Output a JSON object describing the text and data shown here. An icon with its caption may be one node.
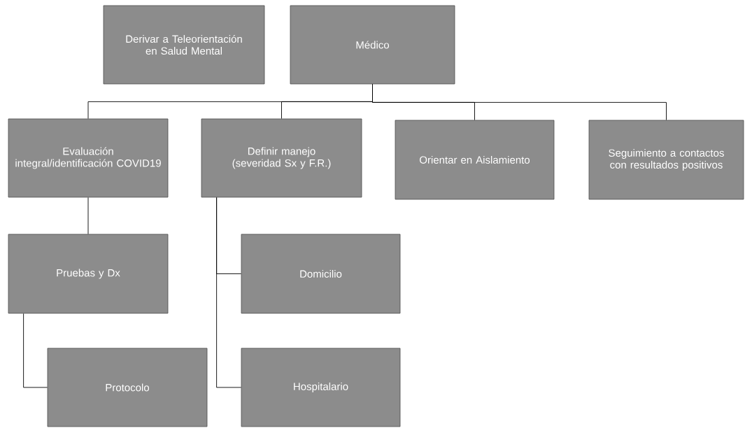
{
  "diagram": {
    "nodes": [
      {
        "text": [
          "Derivar a Teleorientación en Salud Mental"
        ]
      },
      {
        "text": [
          "Médico"
        ]
      },
      {
        "text": [
          "Evaluación integral/identificación COVID19"
        ]
      },
      {
        "text": [
          "Definir manejo (severidad Sx y F.R.)"
        ]
      },
      {
        "text": [
          "Orientar en Aislamiento"
        ]
      },
      {
        "text": [
          "Seguimiento a contactos con resultados positivos"
        ]
      },
      {
        "text": [
          "Pruebas y Dx"
        ]
      },
      {
        "text": [
          "Domicilio"
        ]
      },
      {
        "text": [
          "Protocolo"
        ]
      },
      {
        "text": [
          "Hospitalario"
        ]
      }
    ],
    "edges": [
      {
        "from": 1,
        "to": 2,
        "arrow": "none"
      },
      {
        "from": 1,
        "to": 3,
        "arrow": "none"
      },
      {
        "from": 1,
        "to": 4,
        "arrow": "none"
      },
      {
        "from": 1,
        "to": 5,
        "arrow": "none"
      },
      {
        "from": 2,
        "to": 6,
        "arrow": "none"
      },
      {
        "from": 6,
        "to": 8,
        "arrow": "none"
      },
      {
        "from": 3,
        "to": 7,
        "arrow": "none"
      },
      {
        "from": 3,
        "to": 9,
        "arrow": "none"
      }
    ]
  }
}
